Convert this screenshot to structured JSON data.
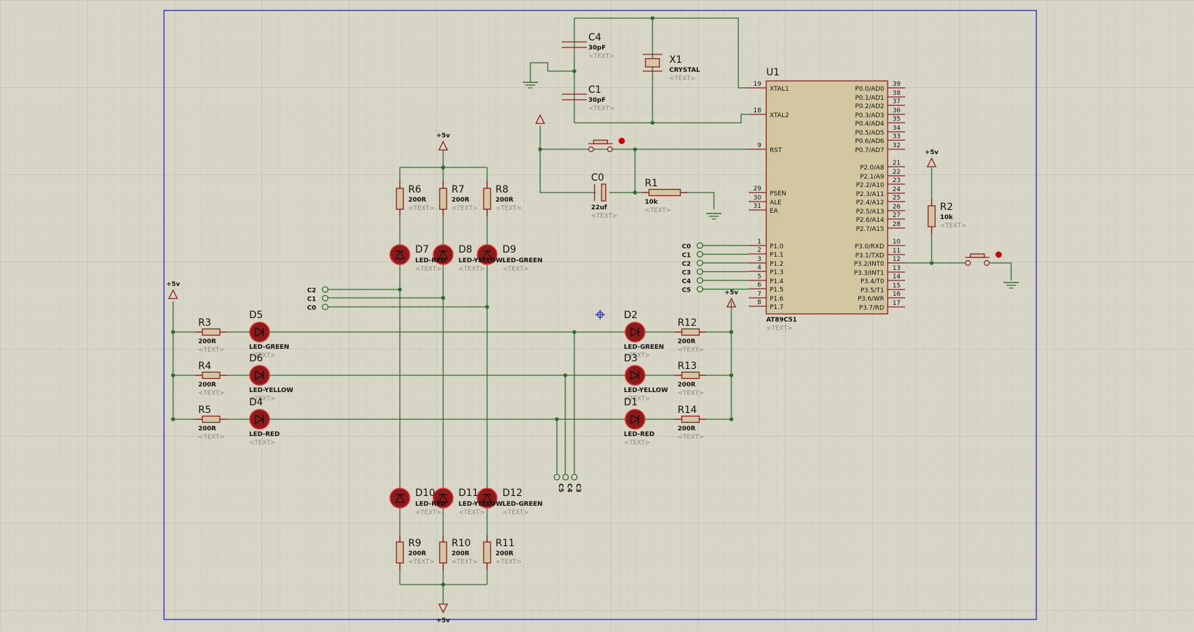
{
  "colors": {
    "background": "#d8d6c6",
    "grid_minor": "#c3c1b1",
    "grid_major": "#b5b3a3",
    "border": "#2222cc",
    "wire": "#2e6b2e",
    "component": "#8b1a1a",
    "component_fill": "#d3c7a2",
    "led_glow": "#e23232",
    "hidden_text": "#8a8a7a"
  },
  "common": {
    "text_placeholder": "<TEXT>",
    "vcc": "+5v"
  },
  "mcu": {
    "ref": "U1",
    "part": "AT89C51",
    "left_pins": [
      {
        "num": "19",
        "name": "XTAL1"
      },
      {
        "num": "18",
        "name": "XTAL2"
      },
      {
        "num": "9",
        "name": "RST"
      },
      {
        "num": "29",
        "name": "PSEN"
      },
      {
        "num": "30",
        "name": "ALE"
      },
      {
        "num": "31",
        "name": "EA"
      },
      {
        "num": "1",
        "name": "P1.0"
      },
      {
        "num": "2",
        "name": "P1.1"
      },
      {
        "num": "3",
        "name": "P1.2"
      },
      {
        "num": "4",
        "name": "P1.3"
      },
      {
        "num": "5",
        "name": "P1.4"
      },
      {
        "num": "6",
        "name": "P1.5"
      },
      {
        "num": "7",
        "name": "P1.6"
      },
      {
        "num": "8",
        "name": "P1.7"
      }
    ],
    "right_pins": [
      {
        "num": "39",
        "name": "P0.0/AD0"
      },
      {
        "num": "38",
        "name": "P0.1/AD1"
      },
      {
        "num": "37",
        "name": "P0.2/AD2"
      },
      {
        "num": "36",
        "name": "P0.3/AD3"
      },
      {
        "num": "35",
        "name": "P0.4/AD4"
      },
      {
        "num": "34",
        "name": "P0.5/AD5"
      },
      {
        "num": "33",
        "name": "P0.6/AD6"
      },
      {
        "num": "32",
        "name": "P0.7/AD7"
      },
      {
        "num": "21",
        "name": "P2.0/A8"
      },
      {
        "num": "22",
        "name": "P2.1/A9"
      },
      {
        "num": "23",
        "name": "P2.2/A10"
      },
      {
        "num": "24",
        "name": "P2.3/A11"
      },
      {
        "num": "25",
        "name": "P2.4/A12"
      },
      {
        "num": "26",
        "name": "P2.5/A13"
      },
      {
        "num": "27",
        "name": "P2.6/A14"
      },
      {
        "num": "28",
        "name": "P2.7/A15"
      },
      {
        "num": "10",
        "name": "P3.0/RXD"
      },
      {
        "num": "11",
        "name": "P3.1/TXD"
      },
      {
        "num": "12",
        "name": "P3.2/INT0"
      },
      {
        "num": "13",
        "name": "P3.3/INT1"
      },
      {
        "num": "14",
        "name": "P3.4/T0"
      },
      {
        "num": "15",
        "name": "P3.5/T1"
      },
      {
        "num": "16",
        "name": "P3.6/WR"
      },
      {
        "num": "17",
        "name": "P3.7/RD"
      }
    ]
  },
  "clock": {
    "c4": {
      "ref": "C4",
      "value": "30pF"
    },
    "c1": {
      "ref": "C1",
      "value": "30pF"
    },
    "x1": {
      "ref": "X1",
      "value": "CRYSTAL"
    }
  },
  "reset": {
    "c0": {
      "ref": "C0",
      "value": "22uf"
    },
    "r1": {
      "ref": "R1",
      "value": "10k"
    }
  },
  "int0": {
    "r2": {
      "ref": "R2",
      "value": "10k"
    }
  },
  "port_labels": [
    "C0",
    "C1",
    "C2",
    "C3",
    "C4",
    "C5"
  ],
  "column_labels": [
    "C2",
    "C1",
    "C0"
  ],
  "bottom_labels": [
    "C5",
    "C4",
    "C3"
  ],
  "top_group": {
    "resistors": [
      {
        "ref": "R6",
        "value": "200R"
      },
      {
        "ref": "R7",
        "value": "200R"
      },
      {
        "ref": "R8",
        "value": "200R"
      }
    ],
    "leds": [
      {
        "ref": "D7",
        "type": "LED-RED"
      },
      {
        "ref": "D8",
        "type": "LED-YELLOW"
      },
      {
        "ref": "D9",
        "type": "LED-GREEN"
      }
    ]
  },
  "bottom_group": {
    "resistors": [
      {
        "ref": "R9",
        "value": "200R"
      },
      {
        "ref": "R10",
        "value": "200R"
      },
      {
        "ref": "R11",
        "value": "200R"
      }
    ],
    "leds": [
      {
        "ref": "D10",
        "type": "LED-RED"
      },
      {
        "ref": "D11",
        "type": "LED-YELLOW"
      },
      {
        "ref": "D12",
        "type": "LED-GREEN"
      }
    ]
  },
  "left_group": {
    "resistors": [
      {
        "ref": "R3",
        "value": "200R"
      },
      {
        "ref": "R4",
        "value": "200R"
      },
      {
        "ref": "R5",
        "value": "200R"
      }
    ],
    "leds": [
      {
        "ref": "D5",
        "type": "LED-GREEN"
      },
      {
        "ref": "D6",
        "type": "LED-YELLOW"
      },
      {
        "ref": "D4",
        "type": "LED-RED"
      }
    ]
  },
  "right_group": {
    "resistors": [
      {
        "ref": "R12",
        "value": "200R"
      },
      {
        "ref": "R13",
        "value": "200R"
      },
      {
        "ref": "R14",
        "value": "200R"
      }
    ],
    "leds": [
      {
        "ref": "D2",
        "type": "LED-GREEN"
      },
      {
        "ref": "D3",
        "type": "LED-YELLOW"
      },
      {
        "ref": "D1",
        "type": "LED-RED"
      }
    ]
  }
}
